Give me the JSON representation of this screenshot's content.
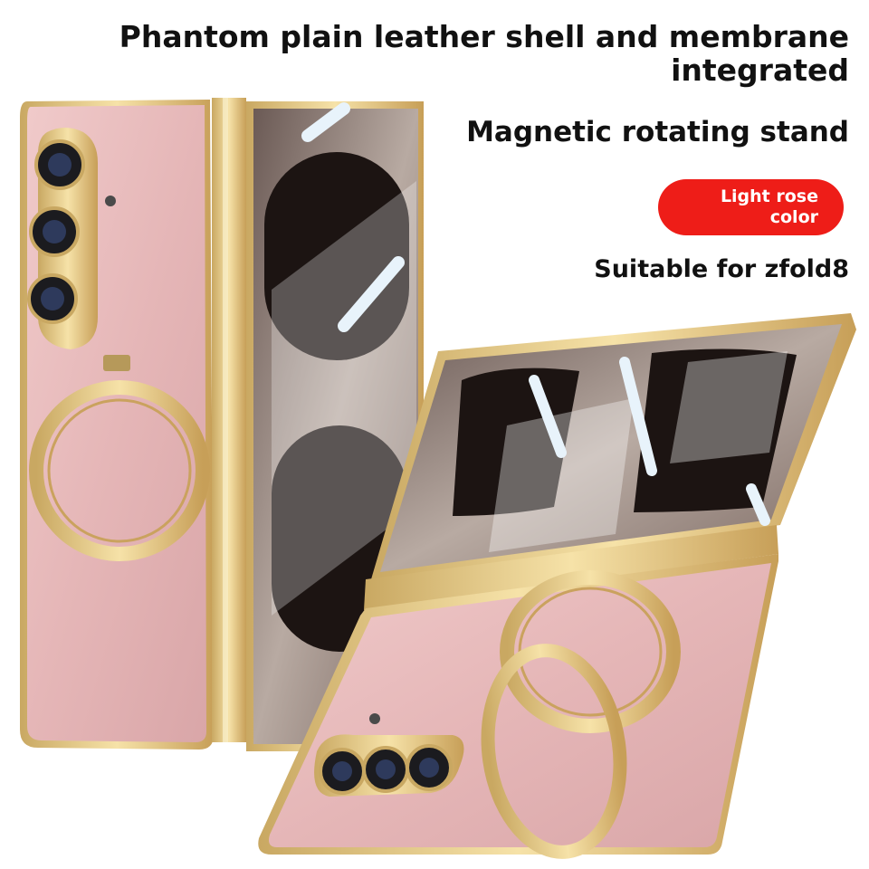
{
  "headline": {
    "line1": "Phantom plain leather shell and membrane",
    "line2": "integrated"
  },
  "feature": "Magnetic rotating stand",
  "color_badge": {
    "line1": "Light rose",
    "line2": "color"
  },
  "compatibility": "Suitable for zfold8",
  "colors": {
    "leather": "#e6b9b9",
    "gold": "#e9cf8e",
    "badge": "#ee1d18",
    "screen": "#2a1f1d"
  }
}
